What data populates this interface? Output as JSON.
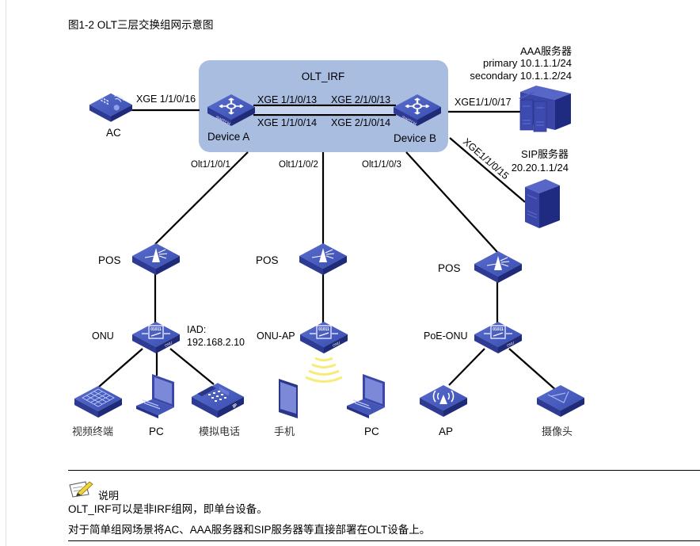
{
  "figure": {
    "title": "图1-2 OLT三层交换组网示意图"
  },
  "colors": {
    "irf_box_fill": "#a9bde0",
    "device_blue": "#2f3f9c",
    "device_top": "#4a5cc0",
    "wifi_yellow": "#f5ec7a",
    "link": "#000000"
  },
  "diagram": {
    "irf_group": {
      "label": "OLT_IRF"
    },
    "devices": [
      {
        "id": "device-a",
        "type": "switch",
        "label": "Device A",
        "icon": "switch-icon"
      },
      {
        "id": "device-b",
        "type": "switch",
        "label": "Device B",
        "icon": "switch-icon"
      },
      {
        "id": "ac",
        "type": "access-controller",
        "label": "AC",
        "icon": "access-controller-icon"
      },
      {
        "id": "aaa-server",
        "type": "server-cluster",
        "label": "AAA服务器",
        "lines": [
          "primary 10.1.1.1/24",
          "secondary 10.1.1.2/24"
        ],
        "icon": "server-cluster-icon"
      },
      {
        "id": "sip-server",
        "type": "server",
        "label": "SIP服务器",
        "lines": [
          "20.20.1.1/24"
        ],
        "icon": "server-icon"
      },
      {
        "id": "pos-1",
        "type": "splitter",
        "label": "POS",
        "icon": "splitter-icon"
      },
      {
        "id": "pos-2",
        "type": "splitter",
        "label": "POS",
        "icon": "splitter-icon"
      },
      {
        "id": "pos-3",
        "type": "splitter",
        "label": "POS",
        "icon": "splitter-icon"
      },
      {
        "id": "onu-1",
        "type": "onu",
        "label": "ONU",
        "extra": [
          "IAD:",
          "192.168.2.10"
        ],
        "icon": "onu-icon"
      },
      {
        "id": "onu-2",
        "type": "onu",
        "label": "ONU-AP",
        "icon": "onu-icon"
      },
      {
        "id": "onu-3",
        "type": "onu",
        "label": "PoE-ONU",
        "icon": "onu-icon"
      },
      {
        "id": "video-terminal",
        "type": "terminal",
        "label": "视频终端",
        "icon": "video-terminal-icon"
      },
      {
        "id": "pc-1",
        "type": "laptop",
        "label": "PC",
        "icon": "laptop-icon"
      },
      {
        "id": "analog-phone",
        "type": "phone",
        "label": "模拟电话",
        "icon": "ip-phone-icon"
      },
      {
        "id": "mobile",
        "type": "mobile",
        "label": "手机",
        "icon": "mobile-phone-icon"
      },
      {
        "id": "pc-2",
        "type": "laptop",
        "label": "PC",
        "icon": "laptop-icon"
      },
      {
        "id": "ap",
        "type": "access-point",
        "label": "AP",
        "icon": "access-point-icon"
      },
      {
        "id": "camera",
        "type": "camera",
        "label": "摄像头",
        "icon": "camera-icon"
      }
    ],
    "links": [
      {
        "from": "ac",
        "to": "device-a",
        "label": "XGE 1/1/0/16"
      },
      {
        "from": "device-a",
        "to": "device-b",
        "label_a": "XGE 1/1/0/13",
        "label_b": "XGE 2/1/0/13"
      },
      {
        "from": "device-a",
        "to": "device-b",
        "label_a": "XGE 1/1/0/14",
        "label_b": "XGE 2/1/0/14"
      },
      {
        "from": "device-b",
        "to": "aaa-server",
        "label": "XGE1/1/0/17"
      },
      {
        "from": "device-b",
        "to": "sip-server",
        "label": "XGE1/1/0/15"
      },
      {
        "from": "device-a",
        "to": "pos-1",
        "label": "Olt1/1/0/1"
      },
      {
        "from": "olt-irf",
        "to": "pos-2",
        "label": "Olt1/1/0/2"
      },
      {
        "from": "device-b",
        "to": "pos-3",
        "label": "Olt1/1/0/3"
      },
      {
        "from": "pos-1",
        "to": "onu-1"
      },
      {
        "from": "pos-2",
        "to": "onu-2"
      },
      {
        "from": "pos-3",
        "to": "onu-3"
      },
      {
        "from": "onu-1",
        "to": "video-terminal"
      },
      {
        "from": "onu-1",
        "to": "pc-1"
      },
      {
        "from": "onu-1",
        "to": "analog-phone"
      },
      {
        "from": "onu-2",
        "to": "mobile",
        "medium": "wireless"
      },
      {
        "from": "onu-2",
        "to": "pc-2",
        "medium": "wireless"
      },
      {
        "from": "onu-3",
        "to": "ap"
      },
      {
        "from": "onu-3",
        "to": "camera"
      }
    ]
  },
  "note": {
    "icon": "note-pencil-icon",
    "heading": "说明",
    "lines": [
      "OLT_IRF可以是非IRF组网，即单台设备。",
      "对于简单组网场景将AC、AAA服务器和SIP服务器等直接部署在OLT设备上。"
    ]
  }
}
